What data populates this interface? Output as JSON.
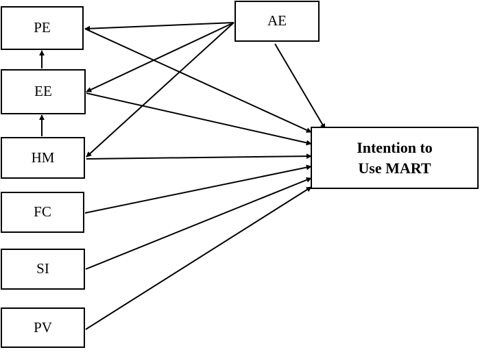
{
  "nodes": {
    "pe": "PE",
    "ee": "EE",
    "hm": "HM",
    "fc": "FC",
    "si": "SI",
    "pv": "PV",
    "ae": "AE",
    "intention_line1": "Intention to",
    "intention_line2": "Use MART"
  },
  "edges": [
    {
      "from": "AE",
      "to": "PE"
    },
    {
      "from": "AE",
      "to": "EE"
    },
    {
      "from": "AE",
      "to": "HM"
    },
    {
      "from": "AE",
      "to": "Intention to Use MART"
    },
    {
      "from": "EE",
      "to": "PE"
    },
    {
      "from": "HM",
      "to": "EE"
    },
    {
      "from": "PE",
      "to": "Intention to Use MART"
    },
    {
      "from": "EE",
      "to": "Intention to Use MART"
    },
    {
      "from": "HM",
      "to": "Intention to Use MART"
    },
    {
      "from": "FC",
      "to": "Intention to Use MART"
    },
    {
      "from": "SI",
      "to": "Intention to Use MART"
    },
    {
      "from": "PV",
      "to": "Intention to Use MART"
    }
  ]
}
